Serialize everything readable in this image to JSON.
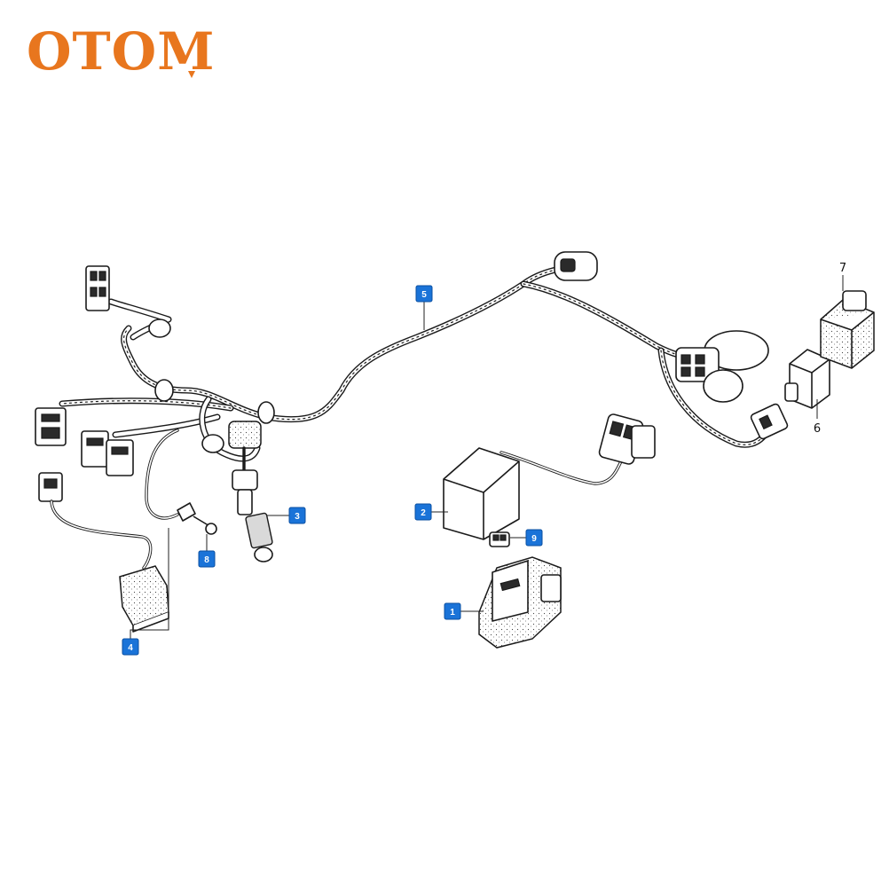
{
  "logo": {
    "text": "OTOM",
    "color": "#e8761e",
    "outline": "#ffffff"
  },
  "callouts": [
    {
      "id": "1",
      "style": "box"
    },
    {
      "id": "2",
      "style": "box"
    },
    {
      "id": "3",
      "style": "box"
    },
    {
      "id": "4",
      "style": "box"
    },
    {
      "id": "5",
      "style": "box"
    },
    {
      "id": "8",
      "style": "box"
    },
    {
      "id": "9",
      "style": "box"
    },
    {
      "id": "6",
      "style": "plain"
    },
    {
      "id": "7",
      "style": "plain"
    }
  ],
  "colors": {
    "callout_fill": "#1a73d8",
    "line": "#1a1a1a",
    "background": "#ffffff"
  }
}
